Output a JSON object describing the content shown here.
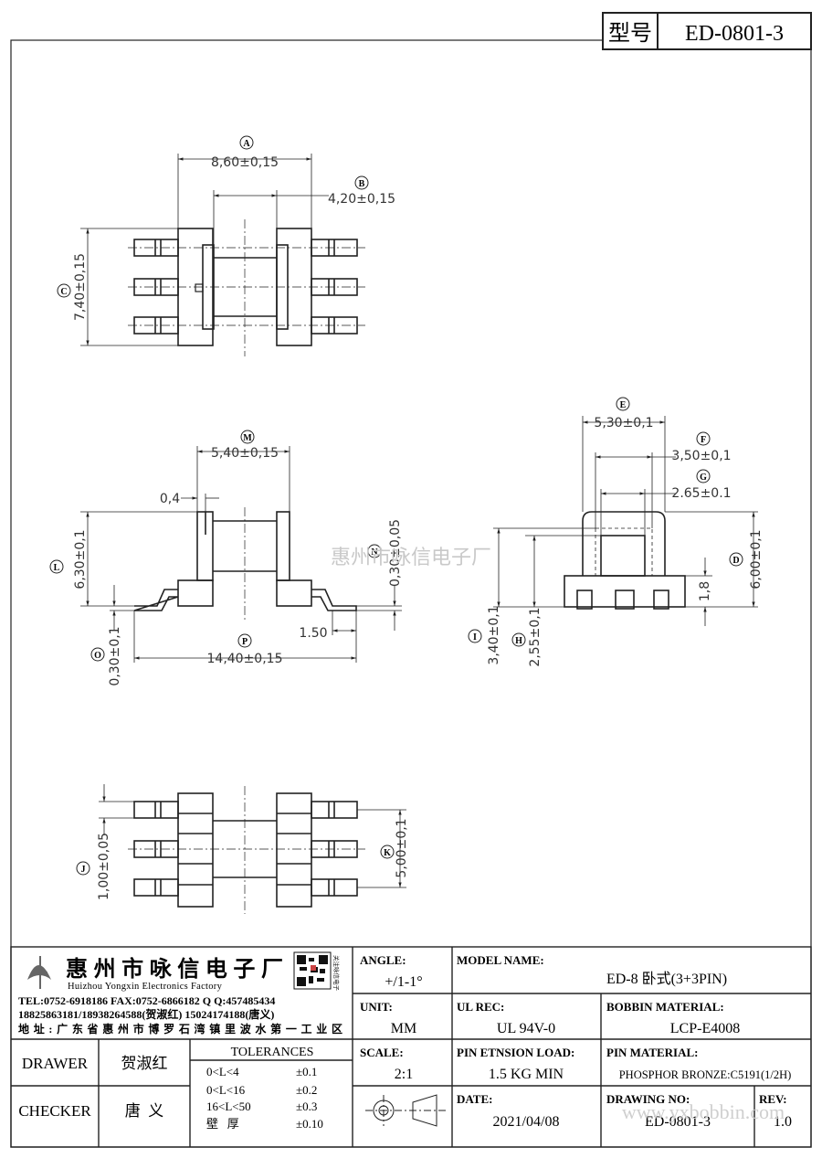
{
  "header": {
    "model_label": "型号",
    "model_no": "ED-0801-3"
  },
  "dims": {
    "A": {
      "label": "A",
      "text": "8,60±0,15"
    },
    "B": {
      "label": "B",
      "text": "4,20±0,15"
    },
    "C": {
      "label": "C",
      "text": "7,40±0,15"
    },
    "M": {
      "label": "M",
      "text": "5,40±0,15"
    },
    "T04": {
      "text": "0,4"
    },
    "L": {
      "label": "L",
      "text": "6,30±0,1"
    },
    "N": {
      "label": "N",
      "text": "0,30±0,05"
    },
    "O": {
      "label": "O",
      "text": "0,30±0,1"
    },
    "P": {
      "label": "P",
      "text": "14,40±0,15"
    },
    "T150": {
      "text": "1.50"
    },
    "E": {
      "label": "E",
      "text": "5,30±0,1"
    },
    "F": {
      "label": "F",
      "text": "3,50±0,1"
    },
    "G": {
      "label": "G",
      "text": "2.65±0.1"
    },
    "D": {
      "label": "D",
      "text": "6,00±0,1"
    },
    "T18": {
      "text": "1,8"
    },
    "I": {
      "label": "I",
      "text": "3,40±0,1"
    },
    "H": {
      "label": "H",
      "text": "2,55±0,1"
    },
    "J": {
      "label": "J",
      "text": "1,00±0,05"
    },
    "K": {
      "label": "K",
      "text": "5,00±0,1"
    }
  },
  "watermark": "惠州市咏信电子厂",
  "watermark_url": "www.yxbobbin.com",
  "company": {
    "name_cn": "惠州市咏信电子厂",
    "name_en": "Huizhou Yongxin Electronics Factory",
    "contact1": "TEL:0752-6918186  FAX:0752-6866182  Q Q:457485434",
    "contact2": "18825863181/18938264588(贺淑红)  15024174188(唐义)",
    "address": "地址:广东省惠州市博罗石湾镇里波水第一工业区",
    "qr_side": "关注咏信电子"
  },
  "title_block": {
    "drawer_label": "DRAWER",
    "drawer_name": "贺淑红",
    "checker_label": "CHECKER",
    "checker_name": "唐  义",
    "tolerances_label": "TOLERANCES",
    "tolerances": [
      {
        "range": "0<L<4",
        "value": "±0.1"
      },
      {
        "range": "0<L<16",
        "value": "±0.2"
      },
      {
        "range": "16<L<50",
        "value": "±0.3"
      },
      {
        "range": "壁   厚",
        "value": "±0.10"
      }
    ],
    "angle_label": "ANGLE:",
    "angle_value": "+/1-1°",
    "unit_label": "UNIT:",
    "unit_value": "MM",
    "scale_label": "SCALE:",
    "scale_value": "2:1",
    "model_name_label": "MODEL NAME:",
    "model_name_value": "ED-8 卧式(3+3PIN)",
    "ul_rec_label": "UL REC:",
    "ul_rec_value": "UL 94V-0",
    "bobbin_material_label": "BOBBIN MATERIAL:",
    "bobbin_material_value": "LCP-E4008",
    "pin_load_label": "PIN ETNSION LOAD:",
    "pin_load_value": "1.5 KG MIN",
    "pin_material_label": "PIN MATERIAL:",
    "pin_material_value": "PHOSPHOR BRONZE:C5191(1/2H)",
    "date_label": "DATE:",
    "date_value": "2021/04/08",
    "drawing_no_label": "DRAWING NO:",
    "drawing_no_value": "ED-0801-3",
    "rev_label": "REV:",
    "rev_value": "1.0"
  }
}
